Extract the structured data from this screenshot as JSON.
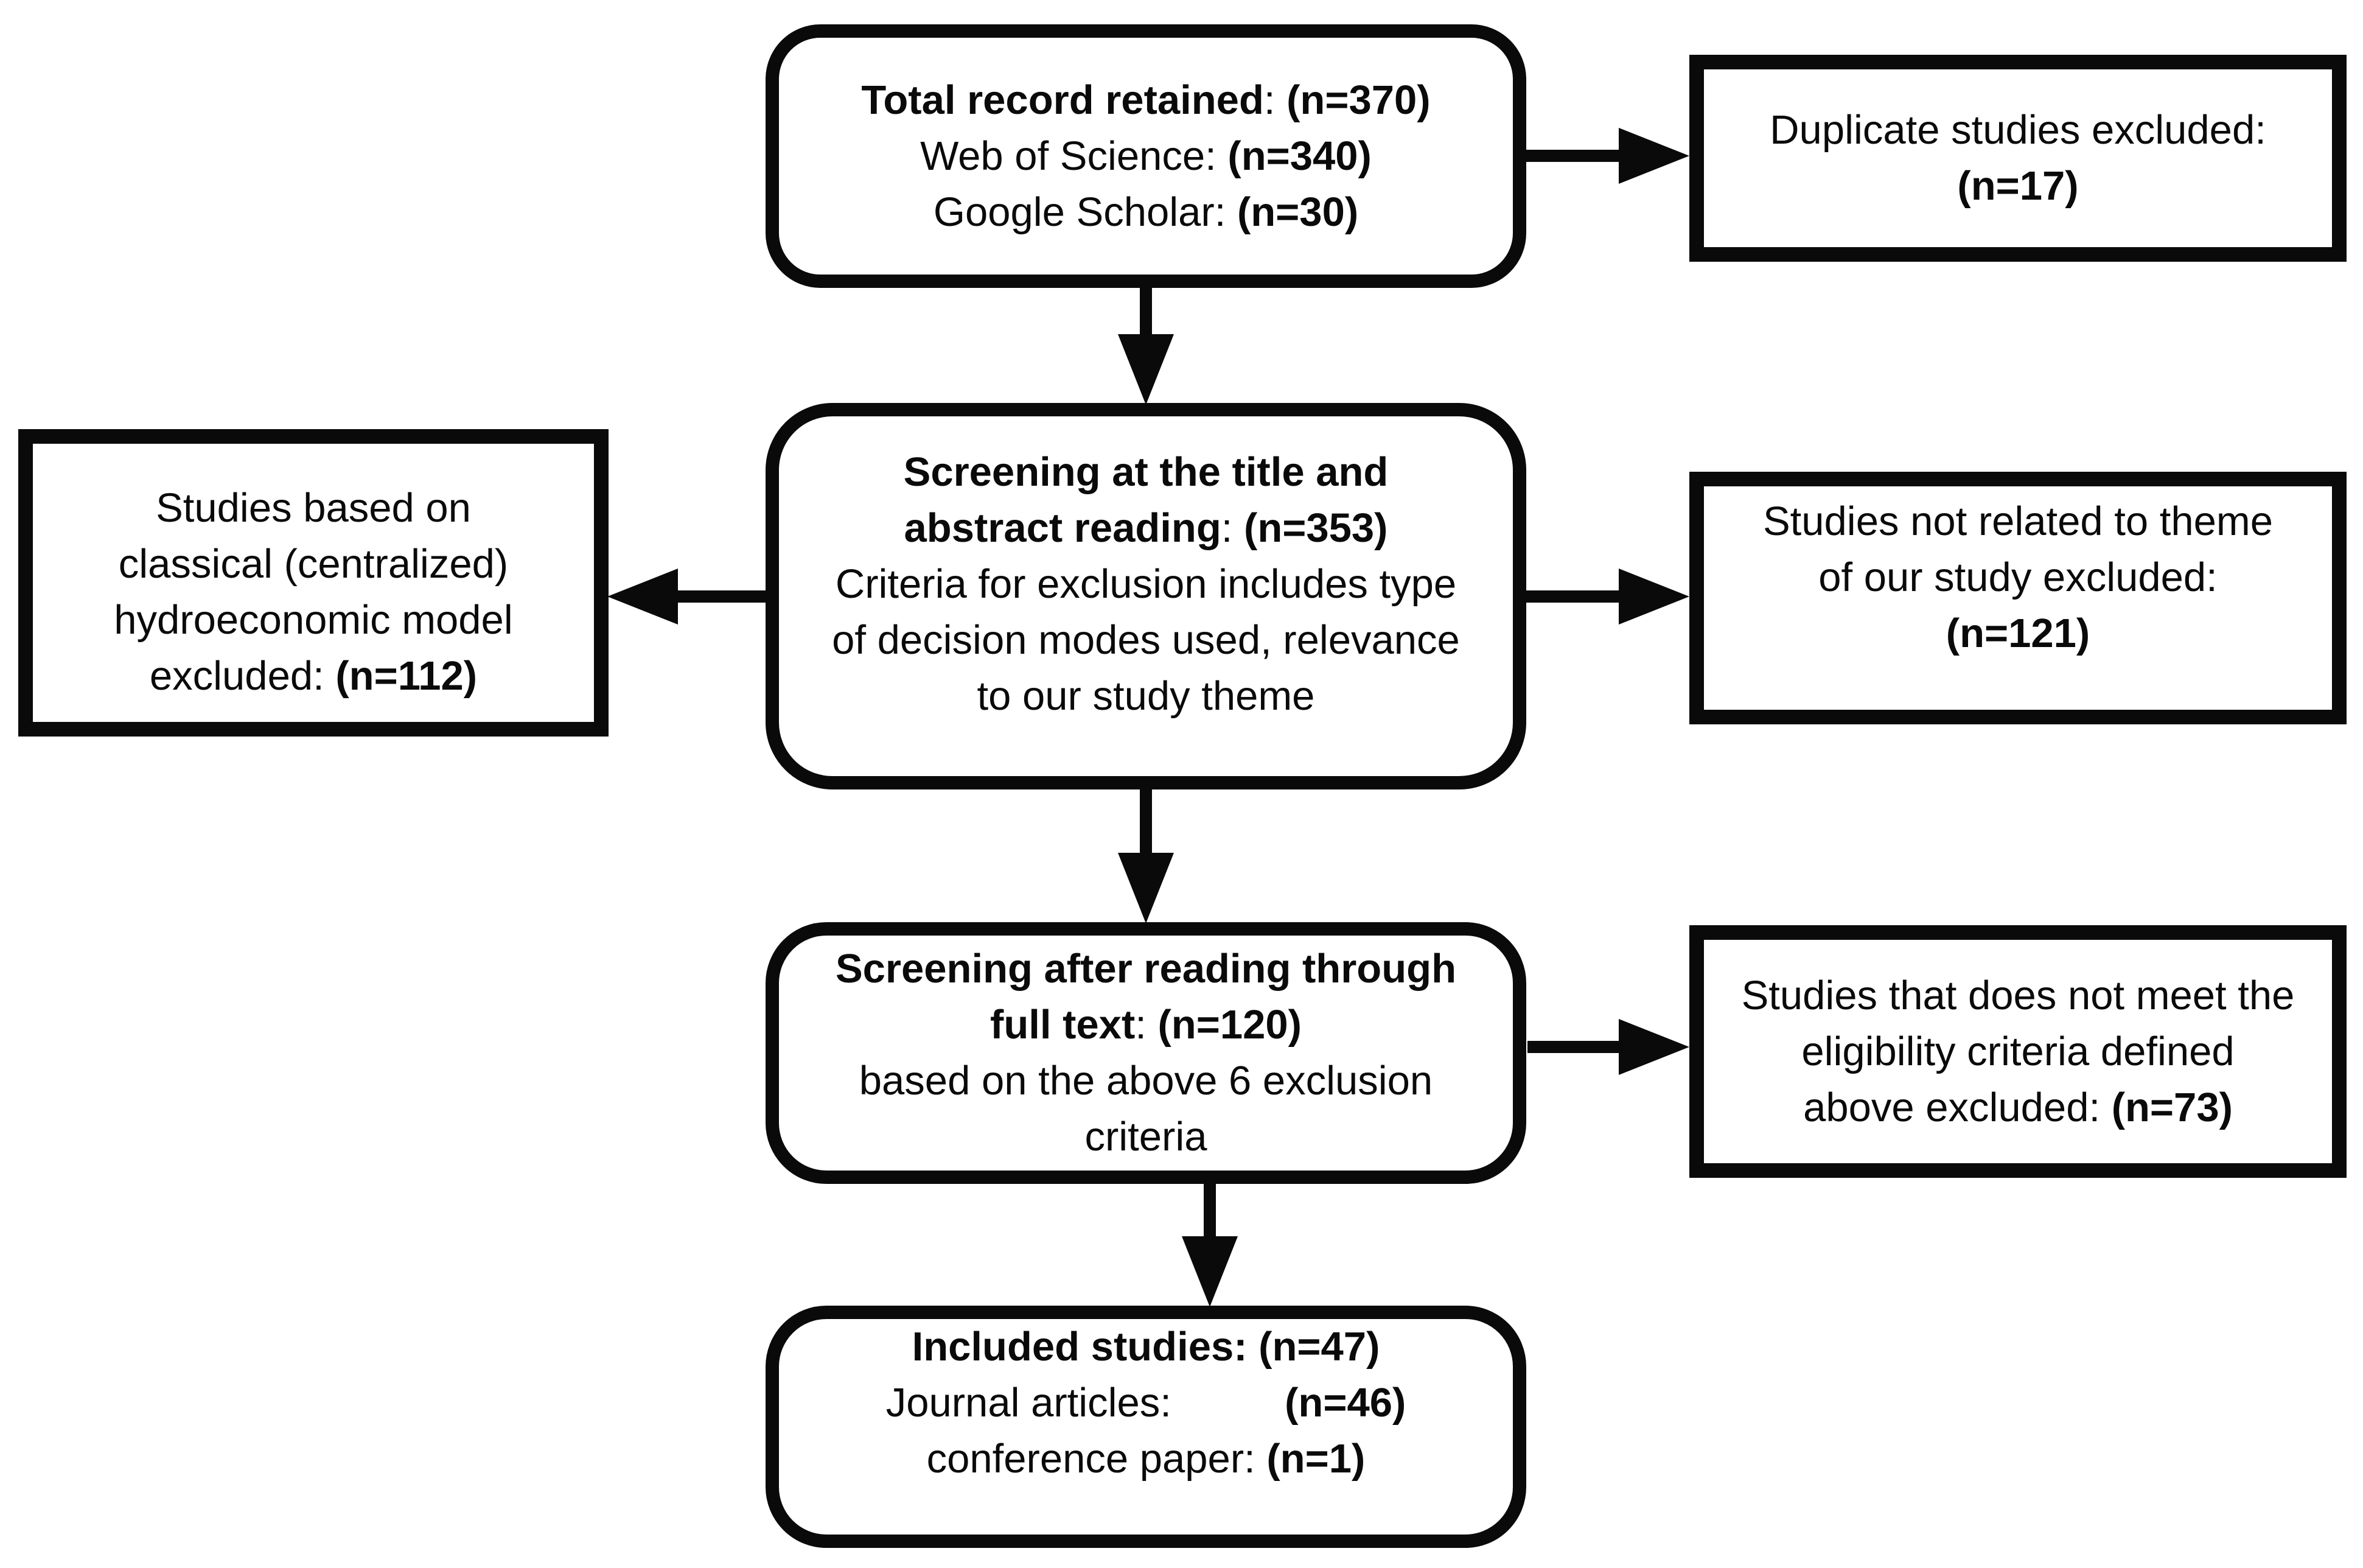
{
  "figure": {
    "type": "flowchart",
    "background": "#ffffff",
    "ink_color": "#0a0a0a"
  },
  "boxes": [
    {
      "id": "total_records",
      "shape": "rounded",
      "lines": [
        {
          "segs": [
            {
              "t": "Total record retained",
              "b": 1
            },
            {
              "t": ": ",
              "b": 0
            },
            {
              "t": "(n=370)",
              "b": 1
            }
          ]
        },
        {
          "segs": [
            {
              "t": "Web of Science: ",
              "b": 0
            },
            {
              "t": "(n=340)",
              "b": 1
            }
          ]
        },
        {
          "segs": [
            {
              "t": "Google Scholar: ",
              "b": 0
            },
            {
              "t": "(n=30)",
              "b": 1
            }
          ]
        }
      ]
    },
    {
      "id": "duplicates_excluded",
      "shape": "rectangle",
      "lines": [
        {
          "segs": [
            {
              "t": "Duplicate studies excluded:",
              "b": 0
            }
          ]
        },
        {
          "segs": [
            {
              "t": "(n=17)",
              "b": 1
            }
          ]
        }
      ]
    },
    {
      "id": "title_abstract_screening",
      "shape": "rounded",
      "lines": [
        {
          "segs": [
            {
              "t": "Screening at the title and",
              "b": 1
            }
          ]
        },
        {
          "segs": [
            {
              "t": "abstract reading",
              "b": 1
            },
            {
              "t": ": ",
              "b": 0
            },
            {
              "t": "(n=353)",
              "b": 1
            }
          ]
        },
        {
          "segs": [
            {
              "t": "Criteria for exclusion includes type",
              "b": 0
            }
          ]
        },
        {
          "segs": [
            {
              "t": "of decision modes used, relevance",
              "b": 0
            }
          ]
        },
        {
          "segs": [
            {
              "t": "to our study theme",
              "b": 0
            }
          ]
        }
      ]
    },
    {
      "id": "classical_model_excluded",
      "shape": "rectangle",
      "lines": [
        {
          "segs": [
            {
              "t": "Studies based on",
              "b": 0
            }
          ]
        },
        {
          "segs": [
            {
              "t": "classical (centralized)",
              "b": 0
            }
          ]
        },
        {
          "segs": [
            {
              "t": "hydroeconomic model",
              "b": 0
            }
          ]
        },
        {
          "segs": [
            {
              "t": "excluded: ",
              "b": 0
            },
            {
              "t": "(n=112)",
              "b": 1
            }
          ]
        }
      ]
    },
    {
      "id": "not_related_excluded",
      "shape": "rectangle",
      "lines": [
        {
          "segs": [
            {
              "t": "Studies not related to theme",
              "b": 0
            }
          ]
        },
        {
          "segs": [
            {
              "t": "of our study excluded:",
              "b": 0
            }
          ]
        },
        {
          "segs": [
            {
              "t": "(n=121)",
              "b": 1
            }
          ]
        }
      ]
    },
    {
      "id": "full_text_screening",
      "shape": "rounded",
      "lines": [
        {
          "segs": [
            {
              "t": "Screening after reading through",
              "b": 1
            }
          ]
        },
        {
          "segs": [
            {
              "t": "full text",
              "b": 1
            },
            {
              "t": ": ",
              "b": 0
            },
            {
              "t": "(n=120)",
              "b": 1
            }
          ]
        },
        {
          "segs": [
            {
              "t": "based on the above 6 exclusion",
              "b": 0
            }
          ]
        },
        {
          "segs": [
            {
              "t": "criteria",
              "b": 0
            }
          ]
        }
      ]
    },
    {
      "id": "eligibility_excluded",
      "shape": "rectangle",
      "lines": [
        {
          "segs": [
            {
              "t": "Studies that does not meet the",
              "b": 0
            }
          ]
        },
        {
          "segs": [
            {
              "t": "eligibility criteria defined",
              "b": 0
            }
          ]
        },
        {
          "segs": [
            {
              "t": "above excluded: ",
              "b": 0
            },
            {
              "t": "(n=73)",
              "b": 1
            }
          ]
        }
      ]
    },
    {
      "id": "included_studies",
      "shape": "rounded",
      "lines": [
        {
          "segs": [
            {
              "t": "Included studies: (n=47)",
              "b": 1
            }
          ]
        },
        {
          "segs": [
            {
              "t": "Journal articles:",
              "b": 0
            },
            {
              "t": "          ",
              "b": 0
            },
            {
              "t": "(n=46)",
              "b": 1
            }
          ]
        },
        {
          "segs": [
            {
              "t": "conference paper: ",
              "b": 0
            },
            {
              "t": "(n=1)",
              "b": 1
            }
          ]
        }
      ]
    }
  ],
  "arrows": [
    {
      "id": "records-to-duplicates",
      "from": "total_records",
      "to": "duplicates_excluded",
      "direction": "right"
    },
    {
      "id": "records-to-title-screening",
      "from": "total_records",
      "to": "title_abstract_screening",
      "direction": "down"
    },
    {
      "id": "title-screening-to-classical-excluded",
      "from": "title_abstract_screening",
      "to": "classical_model_excluded",
      "direction": "left"
    },
    {
      "id": "title-screening-to-not-related",
      "from": "title_abstract_screening",
      "to": "not_related_excluded",
      "direction": "right"
    },
    {
      "id": "title-screening-to-full-text",
      "from": "title_abstract_screening",
      "to": "full_text_screening",
      "direction": "down"
    },
    {
      "id": "full-text-to-eligibility",
      "from": "full_text_screening",
      "to": "eligibility_excluded",
      "direction": "right"
    },
    {
      "id": "full-text-to-included",
      "from": "full_text_screening",
      "to": "included_studies",
      "direction": "down"
    }
  ]
}
